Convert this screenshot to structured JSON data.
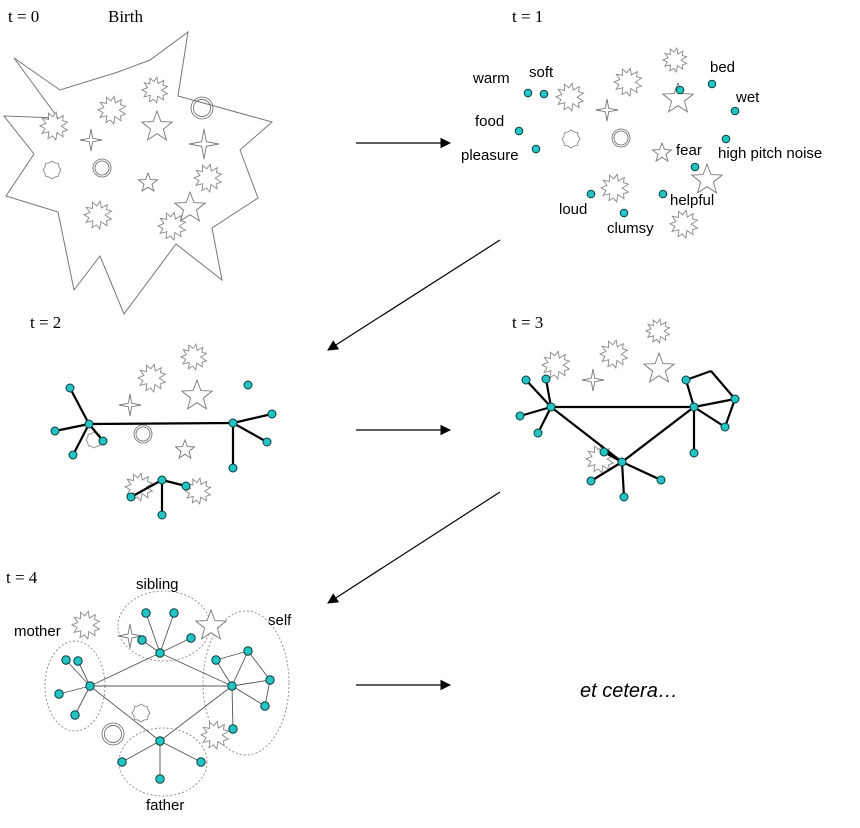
{
  "panels": {
    "t0": {
      "label": "t = 0",
      "title": "Birth"
    },
    "t1": {
      "label": "t = 1",
      "words": [
        "warm",
        "soft",
        "bed",
        "wet",
        "food",
        "pleasure",
        "fear",
        "high pitch noise",
        "loud",
        "helpful",
        "clumsy"
      ]
    },
    "t2": {
      "label": "t = 2"
    },
    "t3": {
      "label": "t = 3"
    },
    "t4": {
      "label": "t = 4",
      "groups": [
        "mother",
        "sibling",
        "self",
        "father"
      ]
    }
  },
  "ending": "et cetera…",
  "colors": {
    "node": "#22c4c4",
    "edge": "#000000"
  }
}
